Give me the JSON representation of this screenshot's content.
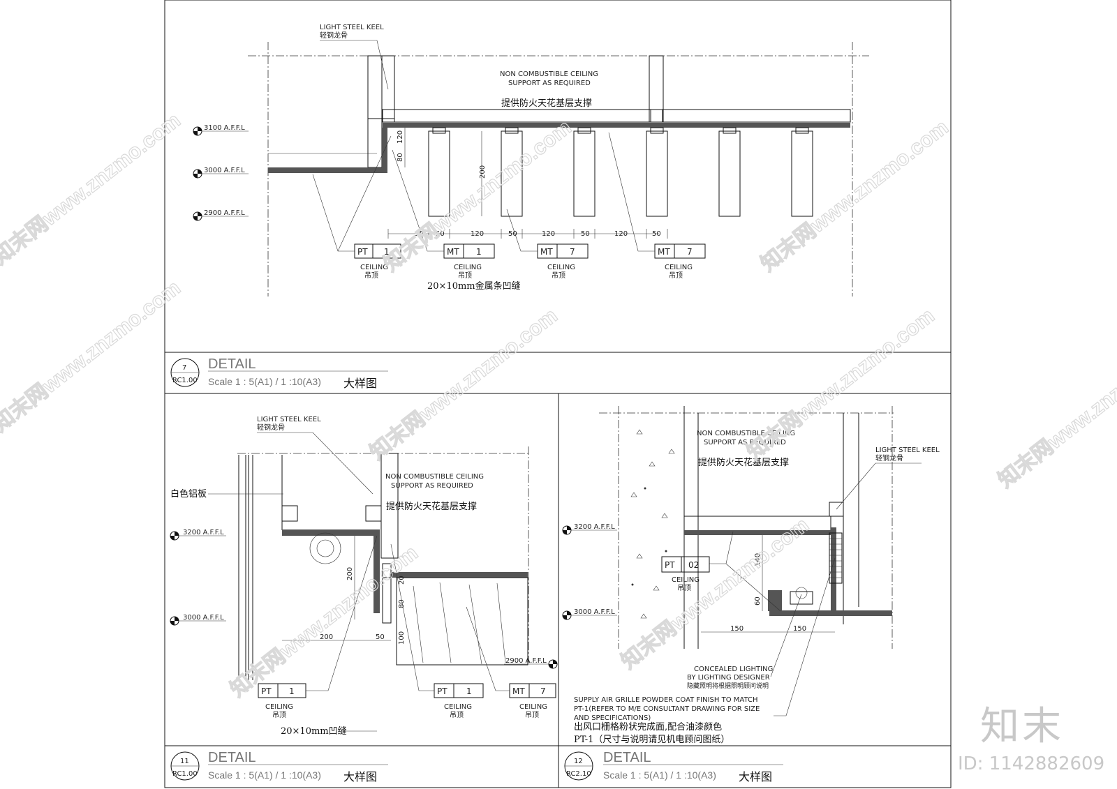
{
  "panel_top": {
    "keel_en": "LIGHT STEEL KEEL",
    "keel_cn": "轻钢龙骨",
    "support_en_1": "NON COMBUSTIBLE CEILING",
    "support_en_2": "SUPPORT AS REQUIRED",
    "support_cn": "提供防火天花基层支撑",
    "level_1": "3100  A.F.F.L",
    "level_2": "3000  A.F.F.L",
    "level_3": "2900  A.F.F.L",
    "dim_120": "120",
    "dim_80": "80",
    "dim_200": "200",
    "dims": [
      "90",
      "50",
      "120",
      "50",
      "120",
      "50",
      "120",
      "50"
    ],
    "tags": [
      {
        "code": "PT",
        "num": "1",
        "en": "CEILING",
        "cn": "吊顶"
      },
      {
        "code": "MT",
        "num": "1",
        "en": "CEILING",
        "cn": "吊顶"
      },
      {
        "code": "MT",
        "num": "7",
        "en": "CEILING",
        "cn": "吊顶"
      },
      {
        "code": "MT",
        "num": "7",
        "en": "CEILING",
        "cn": "吊顶"
      }
    ],
    "note": "20×10mm金属条凹缝",
    "title_num": "7",
    "title_ref": "RC1.00",
    "title": "DETAIL",
    "scale": "Scale   1 : 5(A1) / 1 :10(A3)",
    "title_cn": "大样图"
  },
  "panel_left": {
    "keel_en": "LIGHT STEEL KEEL",
    "keel_cn": "轻钢龙骨",
    "support_en_1": "NON COMBUSTIBLE CEILING",
    "support_en_2": "SUPPORT AS REQUIRED",
    "support_cn": "提供防火天花基层支撑",
    "white_panel": "白色铝板",
    "level_1": "3200  A.F.F.L",
    "level_2": "3000  A.F.F.L",
    "level_3": "2900  A.F.F.L",
    "dim_200v": "200",
    "dim_20": "20",
    "dim_80": "80",
    "dim_100": "100",
    "dim_200h": "200",
    "dim_50": "50",
    "tags": [
      {
        "code": "PT",
        "num": "1",
        "en": "CEILING",
        "cn": "吊顶"
      },
      {
        "code": "PT",
        "num": "1",
        "en": "CEILING",
        "cn": "吊顶"
      },
      {
        "code": "MT",
        "num": "7",
        "en": "CEILING",
        "cn": "吊顶"
      }
    ],
    "note": "20×10mm凹缝",
    "title_num": "11",
    "title_ref": "RC1.00",
    "title": "DETAIL",
    "scale": "Scale   1 : 5(A1) / 1 :10(A3)",
    "title_cn": "大样图"
  },
  "panel_right": {
    "keel_en": "LIGHT STEEL KEEL",
    "keel_cn": "轻钢龙骨",
    "support_en_1": "NON COMBUSTIBLE CEILING",
    "support_en_2": "SUPPORT AS REQUIRED",
    "support_cn": "提供防火天花基层支撑",
    "level_1": "3200  A.F.F.L",
    "level_2": "3000  A.F.F.L",
    "tag": {
      "code": "PT",
      "num": "02",
      "en": "CEILING",
      "cn": "吊顶"
    },
    "dim_140": "140",
    "dim_60": "60",
    "dim_150a": "150",
    "dim_150b": "150",
    "concealed_1": "CONCEALED LIGHTING",
    "concealed_2": "BY LIGHTING DESIGNER",
    "concealed_cn": "隐藏照明将根据照明顾问说明",
    "grille_1": "SUPPLY AIR GRILLE POWDER COAT FINISH TO MATCH",
    "grille_2": "PT-1(REFER TO M/E CONSULTANT DRAWING FOR SIZE",
    "grille_3": "AND SPECIFICATIONS)",
    "grille_cn_1": "出风口栅格粉状完成面,配合油漆颜色",
    "grille_cn_2": "PT-1（尺寸与说明请见机电顾问图纸）",
    "title_num": "12",
    "title_ref": "RC2.10",
    "title": "DETAIL",
    "scale": "Scale   1 : 5(A1) / 1 :10(A3)",
    "title_cn": "大样图"
  },
  "watermark": {
    "text": "知末网www.znzmo.com",
    "brand": "知末",
    "id": "ID: 1142882609"
  }
}
